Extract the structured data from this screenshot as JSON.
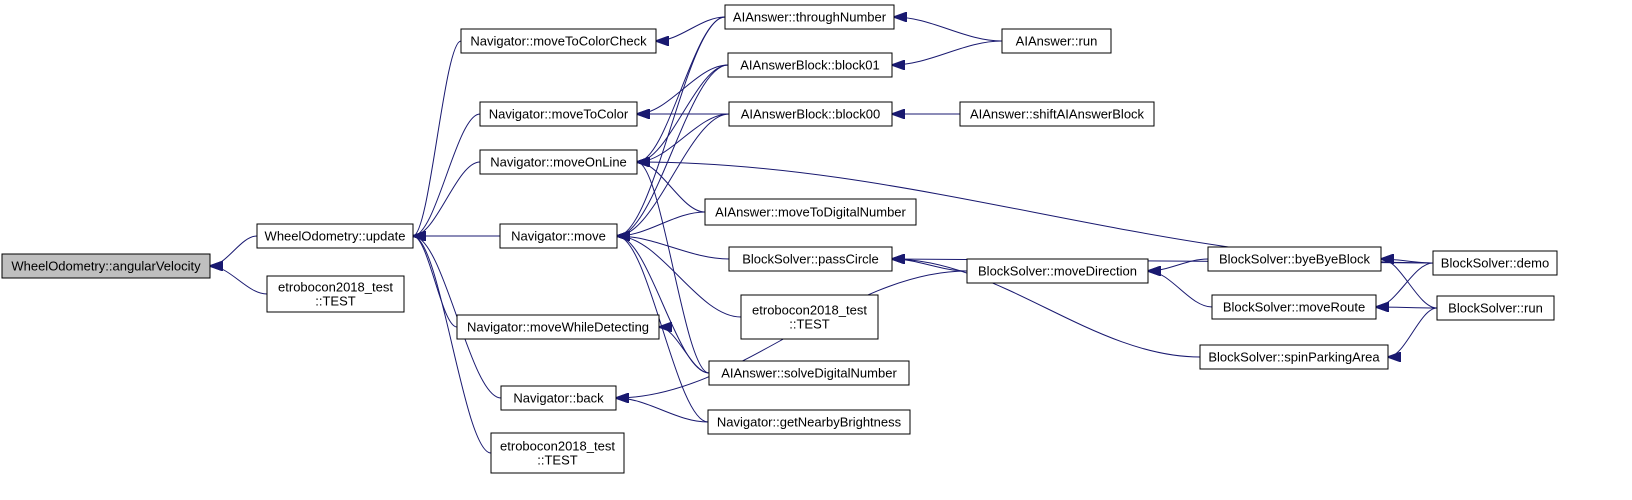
{
  "diagram": {
    "type": "doxygen-caller-graph",
    "colors": {
      "edge": "#191970",
      "root_fill": "#bfbfbf",
      "node_fill": "#ffffff",
      "node_border": "#000000"
    },
    "nodes": [
      {
        "id": "root",
        "lines": [
          "WheelOdometry::angularVelocity"
        ]
      },
      {
        "id": "wo_update",
        "lines": [
          "WheelOdometry::update"
        ]
      },
      {
        "id": "test_a",
        "lines": [
          "etrobocon2018_test",
          "::TEST"
        ]
      },
      {
        "id": "nav_mtcc",
        "lines": [
          "Navigator::moveToColorCheck"
        ]
      },
      {
        "id": "nav_mtc",
        "lines": [
          "Navigator::moveToColor"
        ]
      },
      {
        "id": "nav_mol",
        "lines": [
          "Navigator::moveOnLine"
        ]
      },
      {
        "id": "nav_move",
        "lines": [
          "Navigator::move"
        ]
      },
      {
        "id": "nav_mwd",
        "lines": [
          "Navigator::moveWhileDetecting"
        ]
      },
      {
        "id": "nav_back",
        "lines": [
          "Navigator::back"
        ]
      },
      {
        "id": "test_b",
        "lines": [
          "etrobocon2018_test",
          "::TEST"
        ]
      },
      {
        "id": "ai_through",
        "lines": [
          "AIAnswer::throughNumber"
        ]
      },
      {
        "id": "aib_block01",
        "lines": [
          "AIAnswerBlock::block01"
        ]
      },
      {
        "id": "aib_block00",
        "lines": [
          "AIAnswerBlock::block00"
        ]
      },
      {
        "id": "ai_mtdn",
        "lines": [
          "AIAnswer::moveToDigitalNumber"
        ]
      },
      {
        "id": "bs_pass",
        "lines": [
          "BlockSolver::passCircle"
        ]
      },
      {
        "id": "test_c",
        "lines": [
          "etrobocon2018_test",
          "::TEST"
        ]
      },
      {
        "id": "ai_solve",
        "lines": [
          "AIAnswer::solveDigitalNumber"
        ]
      },
      {
        "id": "nav_gnb",
        "lines": [
          "Navigator::getNearbyBrightness"
        ]
      },
      {
        "id": "ai_run",
        "lines": [
          "AIAnswer::run"
        ]
      },
      {
        "id": "ai_shift",
        "lines": [
          "AIAnswer::shiftAIAnswerBlock"
        ]
      },
      {
        "id": "bs_movedir",
        "lines": [
          "BlockSolver::moveDirection"
        ]
      },
      {
        "id": "bs_bye",
        "lines": [
          "BlockSolver::byeByeBlock"
        ]
      },
      {
        "id": "bs_route",
        "lines": [
          "BlockSolver::moveRoute"
        ]
      },
      {
        "id": "bs_spin",
        "lines": [
          "BlockSolver::spinParkingArea"
        ]
      },
      {
        "id": "bs_demo",
        "lines": [
          "BlockSolver::demo"
        ]
      },
      {
        "id": "bs_run",
        "lines": [
          "BlockSolver::run"
        ]
      }
    ],
    "edges": [
      {
        "from": "wo_update",
        "to": "root"
      },
      {
        "from": "test_a",
        "to": "root"
      },
      {
        "from": "nav_mtcc",
        "to": "wo_update"
      },
      {
        "from": "nav_mtc",
        "to": "wo_update"
      },
      {
        "from": "nav_mol",
        "to": "wo_update"
      },
      {
        "from": "nav_move",
        "to": "wo_update"
      },
      {
        "from": "nav_mwd",
        "to": "wo_update"
      },
      {
        "from": "nav_back",
        "to": "wo_update"
      },
      {
        "from": "test_b",
        "to": "wo_update"
      },
      {
        "from": "ai_through",
        "to": "nav_mtcc"
      },
      {
        "from": "aib_block01",
        "to": "nav_mtc"
      },
      {
        "from": "aib_block00",
        "to": "nav_mtc"
      },
      {
        "from": "ai_through",
        "to": "nav_mol"
      },
      {
        "from": "aib_block01",
        "to": "nav_mol"
      },
      {
        "from": "aib_block00",
        "to": "nav_mol"
      },
      {
        "from": "ai_mtdn",
        "to": "nav_mol"
      },
      {
        "from": "ai_solve",
        "to": "nav_mol"
      },
      {
        "from": "bs_demo",
        "to": "nav_mol"
      },
      {
        "from": "ai_through",
        "to": "nav_move"
      },
      {
        "from": "aib_block01",
        "to": "nav_move"
      },
      {
        "from": "aib_block00",
        "to": "nav_move"
      },
      {
        "from": "ai_mtdn",
        "to": "nav_move"
      },
      {
        "from": "bs_pass",
        "to": "nav_move"
      },
      {
        "from": "test_c",
        "to": "nav_move"
      },
      {
        "from": "ai_solve",
        "to": "nav_move"
      },
      {
        "from": "nav_gnb",
        "to": "nav_move"
      },
      {
        "from": "ai_solve",
        "to": "nav_mwd"
      },
      {
        "from": "nav_gnb",
        "to": "nav_back"
      },
      {
        "from": "bs_movedir",
        "to": "nav_back"
      },
      {
        "from": "ai_run",
        "to": "ai_through"
      },
      {
        "from": "ai_run",
        "to": "aib_block01"
      },
      {
        "from": "ai_shift",
        "to": "aib_block00"
      },
      {
        "from": "bs_movedir",
        "to": "bs_pass"
      },
      {
        "from": "bs_demo",
        "to": "bs_pass"
      },
      {
        "from": "bs_spin",
        "to": "bs_pass"
      },
      {
        "from": "bs_bye",
        "to": "bs_movedir"
      },
      {
        "from": "bs_route",
        "to": "bs_movedir"
      },
      {
        "from": "bs_demo",
        "to": "bs_bye"
      },
      {
        "from": "bs_run",
        "to": "bs_bye"
      },
      {
        "from": "bs_run",
        "to": "bs_route"
      },
      {
        "from": "bs_demo",
        "to": "bs_route"
      },
      {
        "from": "bs_run",
        "to": "bs_spin"
      }
    ]
  }
}
